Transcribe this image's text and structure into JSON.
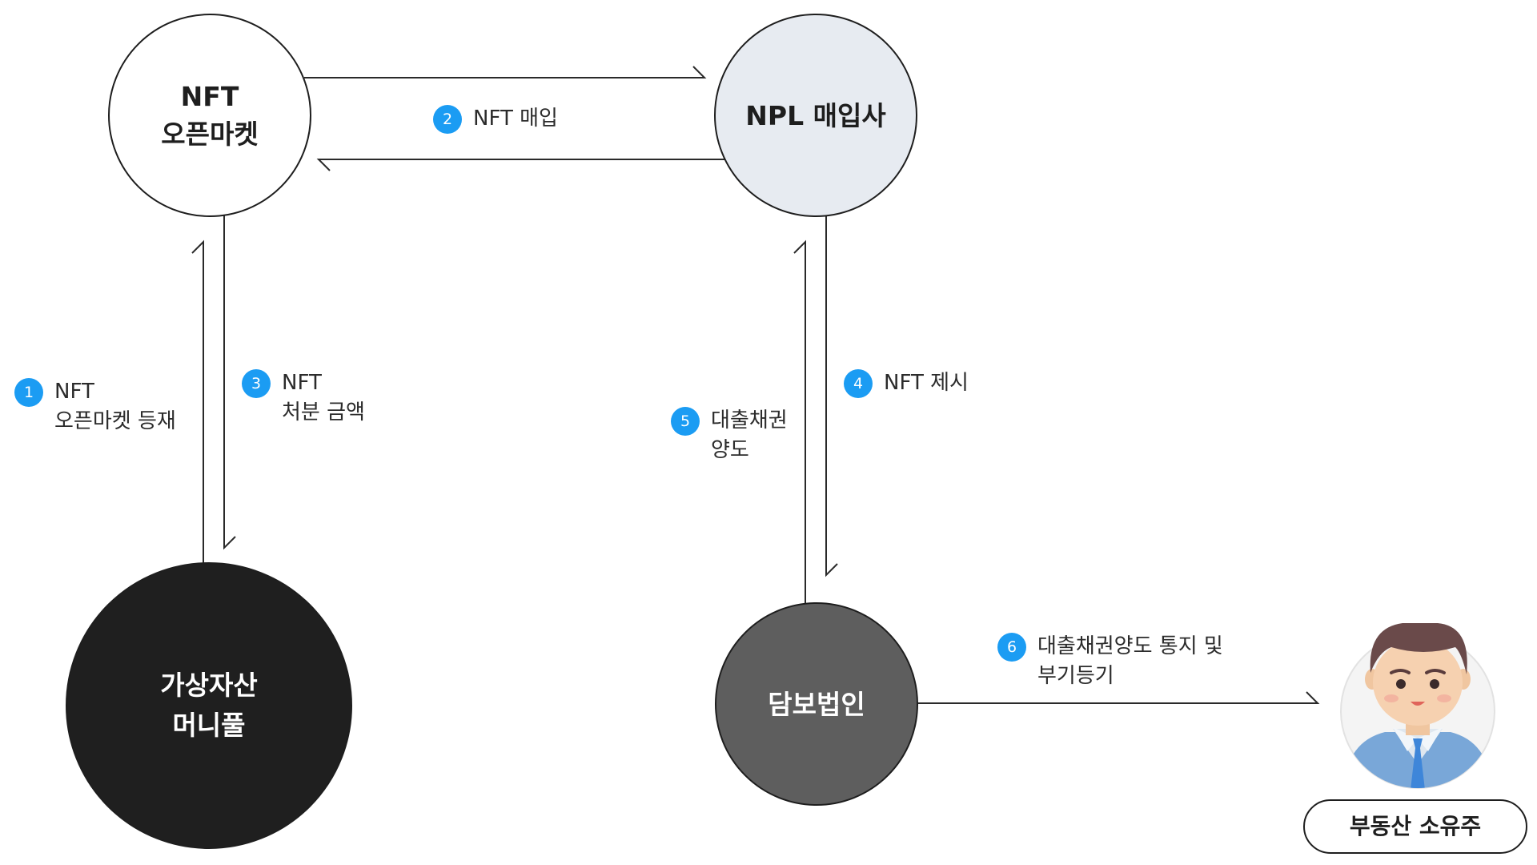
{
  "nodes": {
    "nft_market": {
      "label": "NFT\n오픈마켓"
    },
    "npl_buyer": {
      "label": "NPL 매입사"
    },
    "money_pool": {
      "label": "가상자산\n머니풀"
    },
    "collateral_corp": {
      "label": "담보법인"
    }
  },
  "steps": [
    {
      "number": "1",
      "text": "NFT\n오픈마켓 등재"
    },
    {
      "number": "2",
      "text": "NFT 매입"
    },
    {
      "number": "3",
      "text": "NFT\n처분 금액"
    },
    {
      "number": "4",
      "text": "NFT 제시"
    },
    {
      "number": "5",
      "text": "대출채권\n양도"
    },
    {
      "number": "6",
      "text": "대출채권양도 통지 및\n부기등기"
    }
  ],
  "owner": {
    "label": "부동산 소유주"
  },
  "colors": {
    "badge": "#1b9cf3",
    "line": "#2a2a2a",
    "npl_fill": "#e7ebf1",
    "pool_fill": "#1f1f1f",
    "corp_fill": "#5e5e5e"
  }
}
